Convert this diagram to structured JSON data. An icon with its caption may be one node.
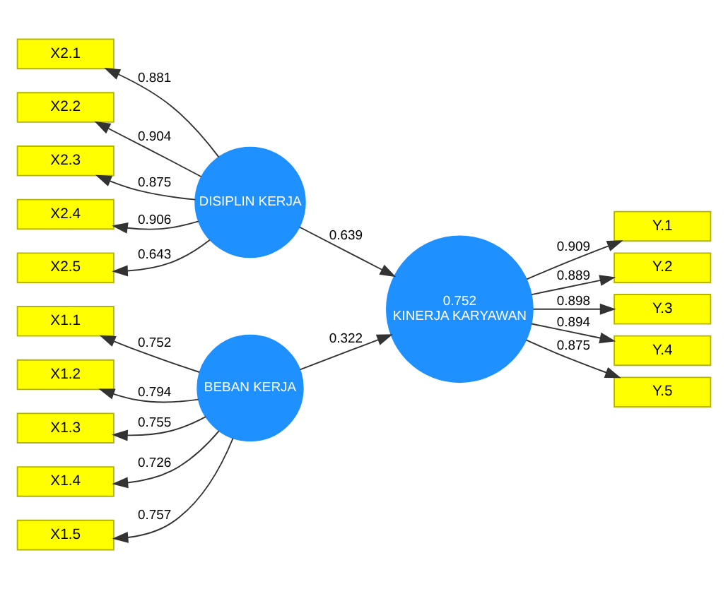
{
  "diagram": {
    "nodes": [
      {
        "text": [
          "X1.1"
        ]
      },
      {
        "text": [
          "X1.2"
        ]
      },
      {
        "text": [
          "X1.3"
        ]
      },
      {
        "text": [
          "X1.4"
        ]
      },
      {
        "text": [
          "X1.5"
        ]
      },
      {
        "text": [
          "BEBAN KERJA"
        ]
      },
      {
        "text": [
          "0.752",
          "KINERJA KARYAWAN"
        ]
      },
      {
        "text": [
          "Y.1"
        ]
      },
      {
        "text": [
          "Y.2"
        ]
      },
      {
        "text": [
          "Y.3"
        ]
      },
      {
        "text": [
          "Y.4"
        ]
      },
      {
        "text": [
          "Y.5"
        ]
      },
      {
        "text": [
          "X2.1"
        ]
      },
      {
        "text": [
          "X2.2"
        ]
      },
      {
        "text": [
          "X2.3"
        ]
      },
      {
        "text": [
          "X2.4"
        ]
      },
      {
        "text": [
          "X2.5"
        ]
      },
      {
        "text": [
          "DISIPLIN KERJA"
        ]
      }
    ],
    "edges": [
      {
        "from": 5,
        "to": 0,
        "arrow": "to",
        "label": "0.752"
      },
      {
        "from": 5,
        "to": 1,
        "arrow": "to",
        "label": "0.794"
      },
      {
        "from": 5,
        "to": 2,
        "arrow": "to",
        "label": "0.755"
      },
      {
        "from": 5,
        "to": 3,
        "arrow": "to",
        "label": "0.726"
      },
      {
        "from": 5,
        "to": 4,
        "arrow": "to",
        "label": "0.757"
      },
      {
        "from": 5,
        "to": 6,
        "arrow": "to",
        "label": "0.322"
      },
      {
        "from": 6,
        "to": 7,
        "arrow": "to",
        "label": "0.909"
      },
      {
        "from": 6,
        "to": 8,
        "arrow": "to",
        "label": "0.889"
      },
      {
        "from": 6,
        "to": 9,
        "arrow": "to",
        "label": "0.898"
      },
      {
        "from": 6,
        "to": 10,
        "arrow": "to",
        "label": "0.894"
      },
      {
        "from": 6,
        "to": 11,
        "arrow": "to",
        "label": "0.875"
      },
      {
        "from": 17,
        "to": 12,
        "arrow": "to",
        "label": "0.881"
      },
      {
        "from": 17,
        "to": 13,
        "arrow": "to",
        "label": "0.904"
      },
      {
        "from": 17,
        "to": 14,
        "arrow": "to",
        "label": "0.875"
      },
      {
        "from": 17,
        "to": 15,
        "arrow": "to",
        "label": "0.906"
      },
      {
        "from": 17,
        "to": 16,
        "arrow": "to",
        "label": "0.643"
      },
      {
        "from": 17,
        "to": 6,
        "arrow": "to",
        "label": "0.639"
      }
    ]
  }
}
